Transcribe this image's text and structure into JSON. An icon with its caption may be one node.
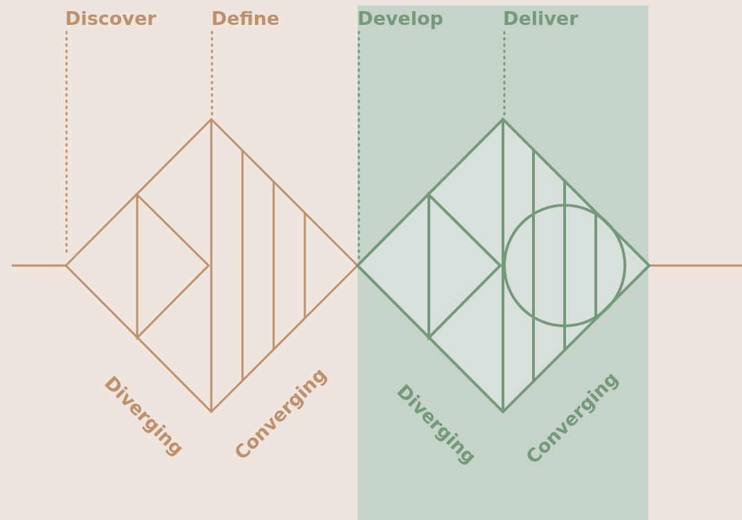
{
  "diagram": {
    "nodes": [
      {
        "text": [
          "Discover"
        ]
      },
      {
        "text": [
          "Define"
        ]
      },
      {
        "text": [
          "Develop"
        ]
      },
      {
        "text": [
          "Deliver"
        ]
      }
    ],
    "edges": [
      {
        "from": 0,
        "to": null,
        "arrow": "none",
        "style": "dashed"
      },
      {
        "from": 1,
        "to": null,
        "arrow": "none",
        "style": "dashed"
      },
      {
        "from": 2,
        "to": null,
        "arrow": "none",
        "style": "dashed"
      },
      {
        "from": 3,
        "to": null,
        "arrow": "none",
        "style": "dashed"
      }
    ],
    "labels": [
      "Diverging",
      "Converging",
      "Diverging",
      "Converging"
    ]
  }
}
